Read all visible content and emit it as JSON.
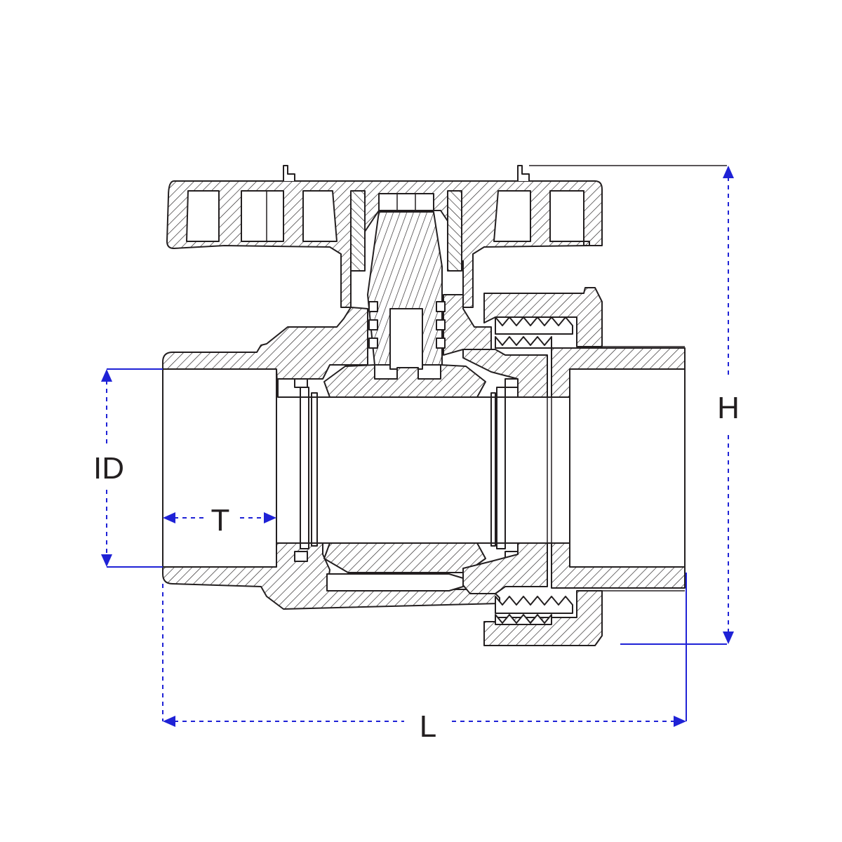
{
  "drawing": {
    "subject": "",
    "dimensions": {
      "height_label": "H",
      "length_label": "L",
      "inner_diameter_label": "ID",
      "socket_depth_label": "T"
    }
  },
  "colors": {
    "dimension": "#1f22d6",
    "linework": "#231f20",
    "background": "#ffffff"
  }
}
